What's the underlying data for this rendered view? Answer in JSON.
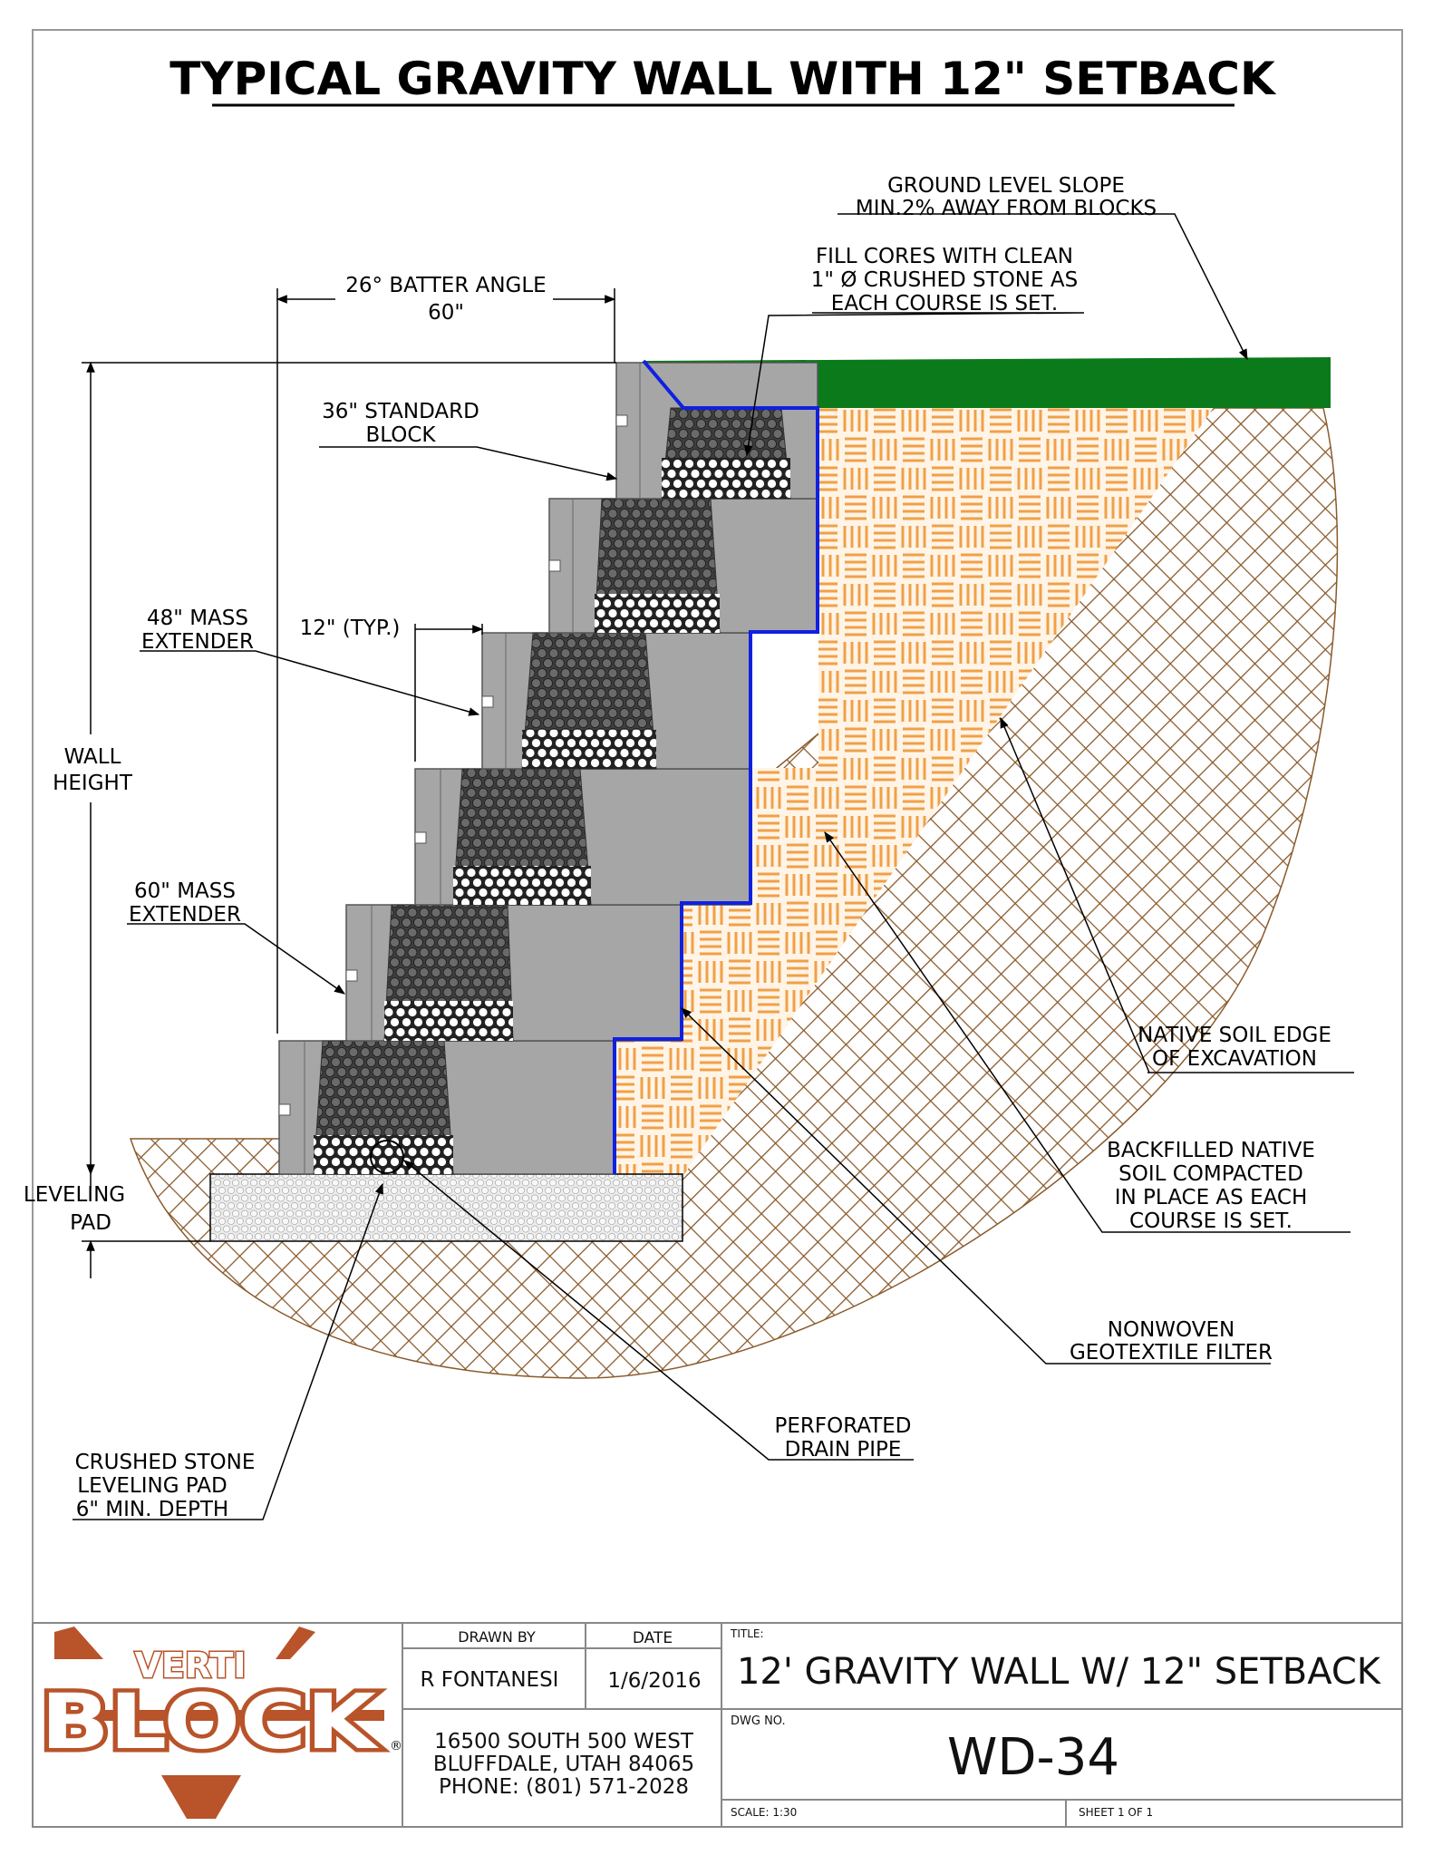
{
  "title": "TYPICAL GRAVITY WALL WITH 12\" SETBACK",
  "labels": {
    "ground_slope": [
      "GROUND LEVEL SLOPE",
      "MIN.2% AWAY FROM BLOCKS"
    ],
    "fill_cores": [
      "FILL CORES WITH CLEAN",
      "1\" Ø  CRUSHED STONE AS",
      "EACH COURSE IS SET."
    ],
    "batter": [
      "26° BATTER ANGLE",
      "60\""
    ],
    "standard_block": [
      "36\" STANDARD",
      "BLOCK"
    ],
    "mass48": [
      "48\" MASS",
      "EXTENDER"
    ],
    "typ": "12\" (TYP.)",
    "wall_height": [
      "WALL",
      "HEIGHT"
    ],
    "mass60": [
      "60\" MASS",
      "EXTENDER"
    ],
    "leveling": [
      "LEVELING",
      "PAD"
    ],
    "native_edge": [
      "NATIVE SOIL EDGE",
      "OF EXCAVATION"
    ],
    "backfill": [
      "BACKFILLED NATIVE",
      "SOIL COMPACTED",
      "IN PLACE AS EACH",
      "COURSE IS SET."
    ],
    "geotextile": [
      "NONWOVEN",
      "GEOTEXTILE FILTER"
    ],
    "drain": [
      "PERFORATED",
      "DRAIN PIPE"
    ],
    "crushed": [
      "CRUSHED STONE",
      "LEVELING PAD",
      "6\" MIN. DEPTH"
    ]
  },
  "title_block": {
    "logo_top": "VERTI",
    "logo_main": "BLOCK",
    "logo_reg": "®",
    "drawn_by_label": "DRAWN BY",
    "drawn_by": "R FONTANESI",
    "date_label": "DATE",
    "date": "1/6/2016",
    "title_label": "TITLE:",
    "drawing_title": "12' GRAVITY WALL W/ 12\" SETBACK",
    "dwg_label": "DWG NO.",
    "dwg_no": "WD-34",
    "address": [
      "16500 SOUTH 500 WEST",
      "BLUFFDALE, UTAH 84065",
      "PHONE: (801) 571-2028"
    ],
    "scale": "SCALE: 1:30",
    "sheet": "SHEET 1 OF 1"
  },
  "colors": {
    "grass": "#0a7a1a",
    "soil_hatch": "#8a5a2b",
    "backfill_hatch": "#f0a048",
    "backfill_bg": "#fff4e6",
    "block": "#a6a6a6",
    "geotextile": "#1020e0",
    "logo": "#b8532a"
  }
}
